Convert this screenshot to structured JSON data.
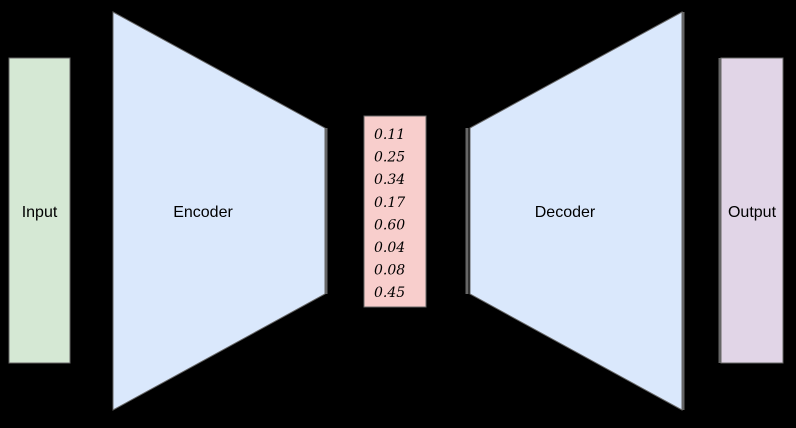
{
  "colors": {
    "background": "#000000",
    "input_fill": "#d5e8d4",
    "encoder_fill": "#dae8fc",
    "latent_fill": "#f8cecc",
    "decoder_fill": "#dae8fc",
    "output_fill": "#e1d5e7",
    "stroke": "#666666"
  },
  "input": {
    "label": "Input"
  },
  "encoder": {
    "label": "Encoder"
  },
  "latent": {
    "values": [
      "0.11",
      "0.25",
      "0.34",
      "0.17",
      "0.60",
      "0.04",
      "0.08",
      "0.45"
    ]
  },
  "decoder": {
    "label": "Decoder"
  },
  "output": {
    "label": "Output"
  }
}
